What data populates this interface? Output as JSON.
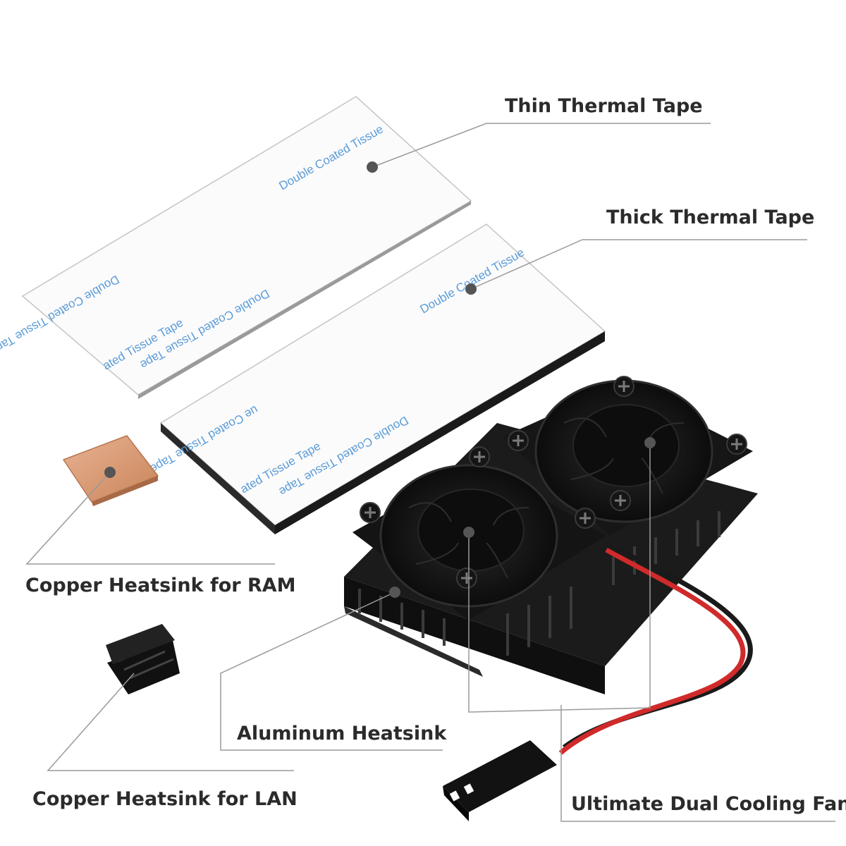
{
  "labels": {
    "thin_tape": "Thin Thermal Tape",
    "thick_tape": "Thick Thermal Tape",
    "copper_ram": "Copper Heatsink for RAM",
    "copper_lan": "Copper Heatsink for LAN",
    "aluminum": "Aluminum Heatsink",
    "fan": "Ultimate Dual Cooling Fan"
  },
  "tape_print": {
    "full": "Double Coated Tissue Tape",
    "partial_a": "Double Coated Tissue",
    "partial_b": "ated Tissue Tape",
    "partial_c": "ue Coated Tissue Tape"
  },
  "colors": {
    "label_text": "#2b2b2b",
    "leader_line": "#9a9a9a",
    "marker": "#555555",
    "tape_print": "#5a9bd8",
    "copper": "#d89a75",
    "heatsink": "#1c1c1c"
  }
}
